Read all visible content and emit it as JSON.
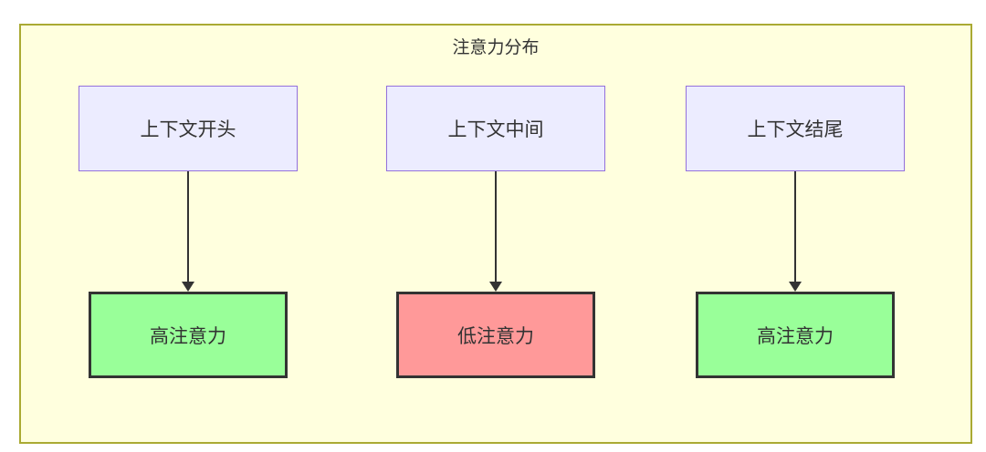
{
  "diagram": {
    "type": "flowchart-subgraph",
    "title": "注意力分布",
    "columns": [
      {
        "source": "上下文开头",
        "result": "高注意力",
        "level": "high"
      },
      {
        "source": "上下文中间",
        "result": "低注意力",
        "level": "low"
      },
      {
        "source": "上下文结尾",
        "result": "高注意力",
        "level": "high"
      }
    ],
    "colors": {
      "container_fill": "#ffffde",
      "container_border": "#aaaa33",
      "source_fill": "#ececff",
      "source_border": "#9370db",
      "result_high_fill": "#99ff99",
      "result_low_fill": "#ff9999",
      "result_border": "#333333",
      "arrow": "#333333",
      "text": "#333333",
      "page_background": "#ffffff"
    }
  }
}
